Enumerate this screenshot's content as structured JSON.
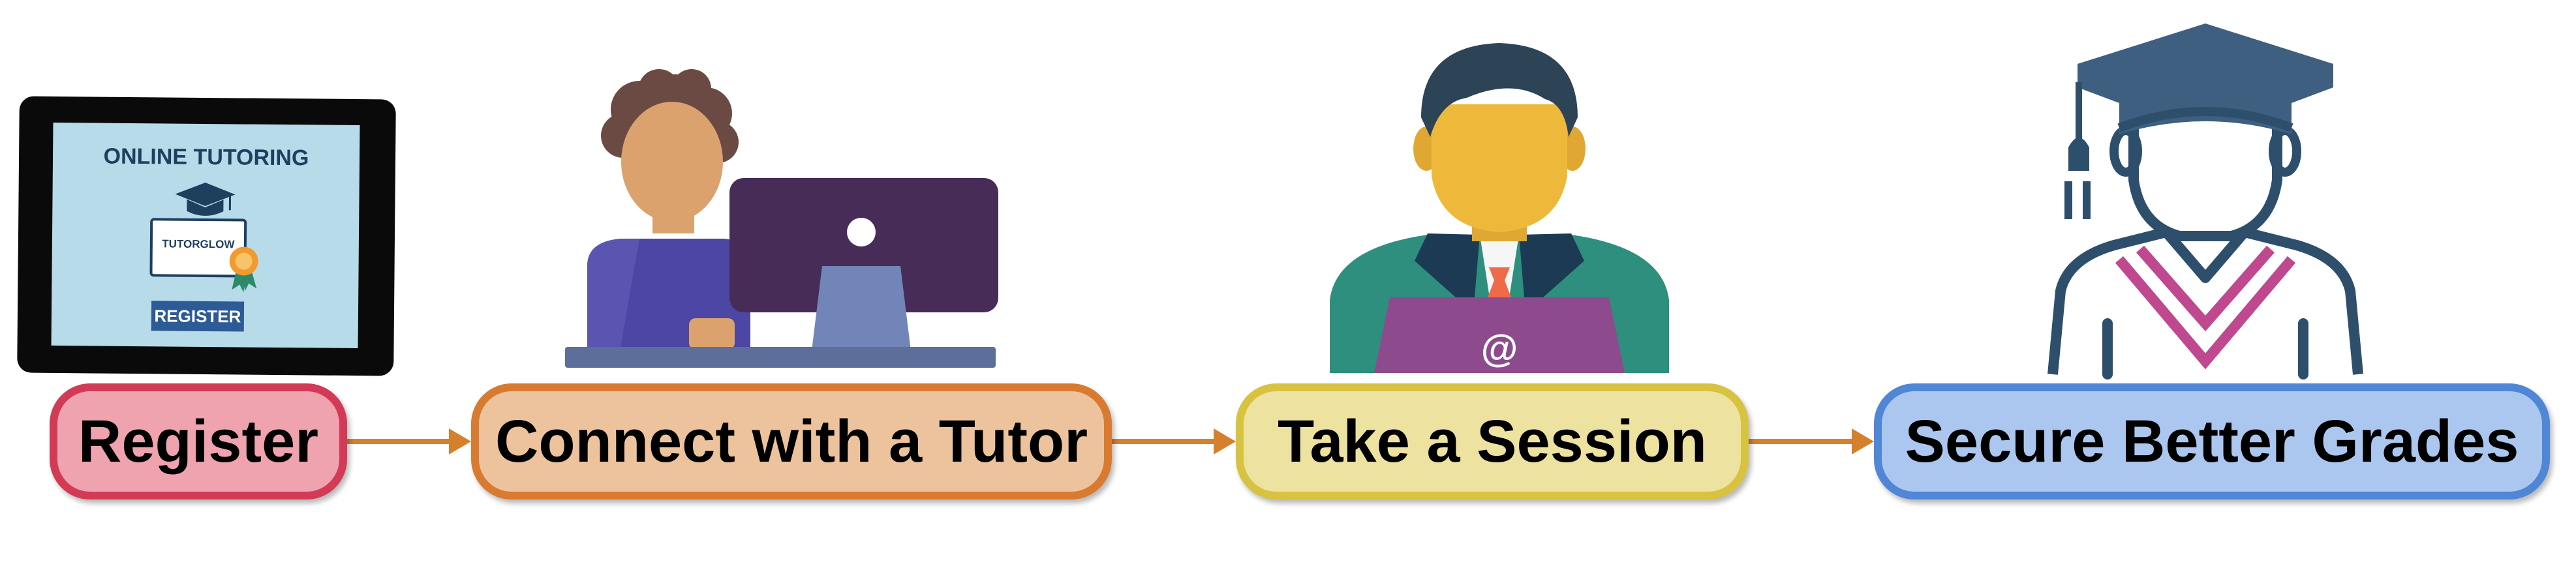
{
  "steps": [
    {
      "label": "Register",
      "fill": "#eea3ae",
      "border": "#d23a55"
    },
    {
      "label": "Connect with a Tutor",
      "fill": "#edc39d",
      "border": "#d97a31"
    },
    {
      "label": "Take a Session",
      "fill": "#eee2a1",
      "border": "#d8c341"
    },
    {
      "label": "Secure Better Grades",
      "fill": "#abc7ef",
      "border": "#4f86d6"
    }
  ],
  "arrow_color": "#d6802e",
  "tablet": {
    "title": "ONLINE TUTORING",
    "certificate_text": "TUTORGLOW",
    "button_label": "REGISTER"
  },
  "session_icon_symbol": "@",
  "icons": [
    "tablet-register-icon",
    "person-at-computer-icon",
    "person-with-laptop-icon",
    "graduate-icon"
  ]
}
